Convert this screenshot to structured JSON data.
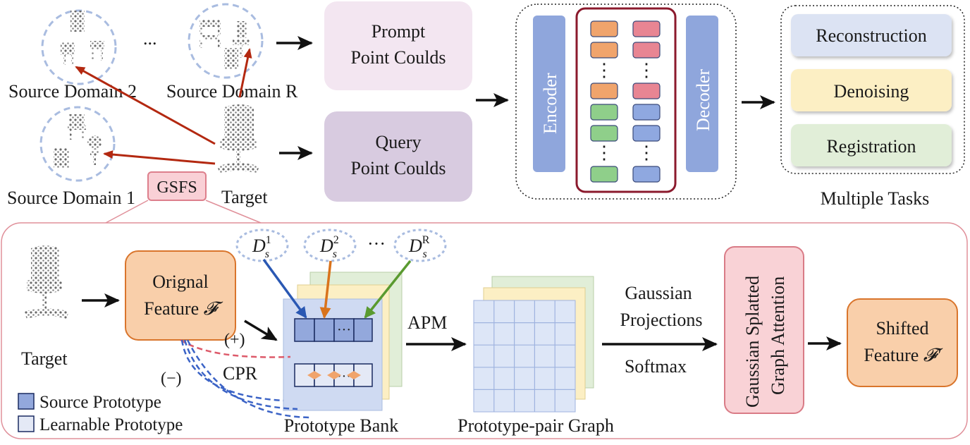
{
  "top": {
    "domains": {
      "source_domain_2": "Source Domain 2",
      "ellipsis": "...",
      "source_domain_r": "Source Domain R",
      "source_domain_1": "Source Domain 1",
      "target": "Target",
      "gsfs": "GSFS"
    },
    "prompt_box": {
      "line1": "Prompt",
      "line2": "Point Coulds"
    },
    "query_box": {
      "line1": "Query",
      "line2": "Point Coulds"
    },
    "model": {
      "encoder": "Encoder",
      "decoder": "Decoder",
      "dots": "⋮"
    },
    "tasks": {
      "items": [
        "Reconstruction",
        "Denoising",
        "Registration"
      ],
      "caption": "Multiple Tasks"
    }
  },
  "bottom": {
    "target_label": "Target",
    "original_feature": {
      "line1": "Orignal",
      "line2": "Feature",
      "symbol": "𝓕"
    },
    "domains": [
      {
        "letter": "D",
        "sub": "s",
        "sup": "1"
      },
      {
        "letter": "D",
        "sub": "s",
        "sup": "2"
      },
      {
        "letter": "D",
        "sub": "s",
        "sup": "R"
      }
    ],
    "domain_ellipsis": "···",
    "plus": "(+)",
    "minus": "(−)",
    "cpr": "CPR",
    "bank_dots": "···",
    "bank_label": "Prototype Bank",
    "apm": "APM",
    "graph_label": "Prototype-pair Graph",
    "gauss_text": {
      "line1": "Gaussian",
      "line2": "Projections",
      "line3": "Softmax"
    },
    "attention": {
      "line1": "Gaussian Splatted",
      "line2": "Graph Attention"
    },
    "shifted": {
      "line1": "Shifted",
      "line2": "Feature",
      "symbol": "𝓕′"
    },
    "legend": {
      "source": "Source Prototype",
      "learnable": "Learnable Prototype"
    }
  },
  "colors": {
    "prompt_fill": "#f3e6f1",
    "query_fill": "#d8cbe0",
    "enc_fill": "#8fa6dc",
    "token_orange": "#f0a46c",
    "token_pink": "#e88593",
    "token_green": "#8fcf8a",
    "token_blue": "#8fa8e0",
    "box_maroon": "#8b1a2d",
    "task_recon": "#dce3f3",
    "task_denoise": "#fcefc4",
    "task_reg": "#e1eed8",
    "feature_fill": "#f9cfaa",
    "feature_stroke": "#d9752c",
    "attn_fill": "#f9d2d6",
    "attn_stroke": "#d97b86",
    "gsfs_panel_stroke": "#e0909a",
    "arrow_red": "#b32810"
  }
}
